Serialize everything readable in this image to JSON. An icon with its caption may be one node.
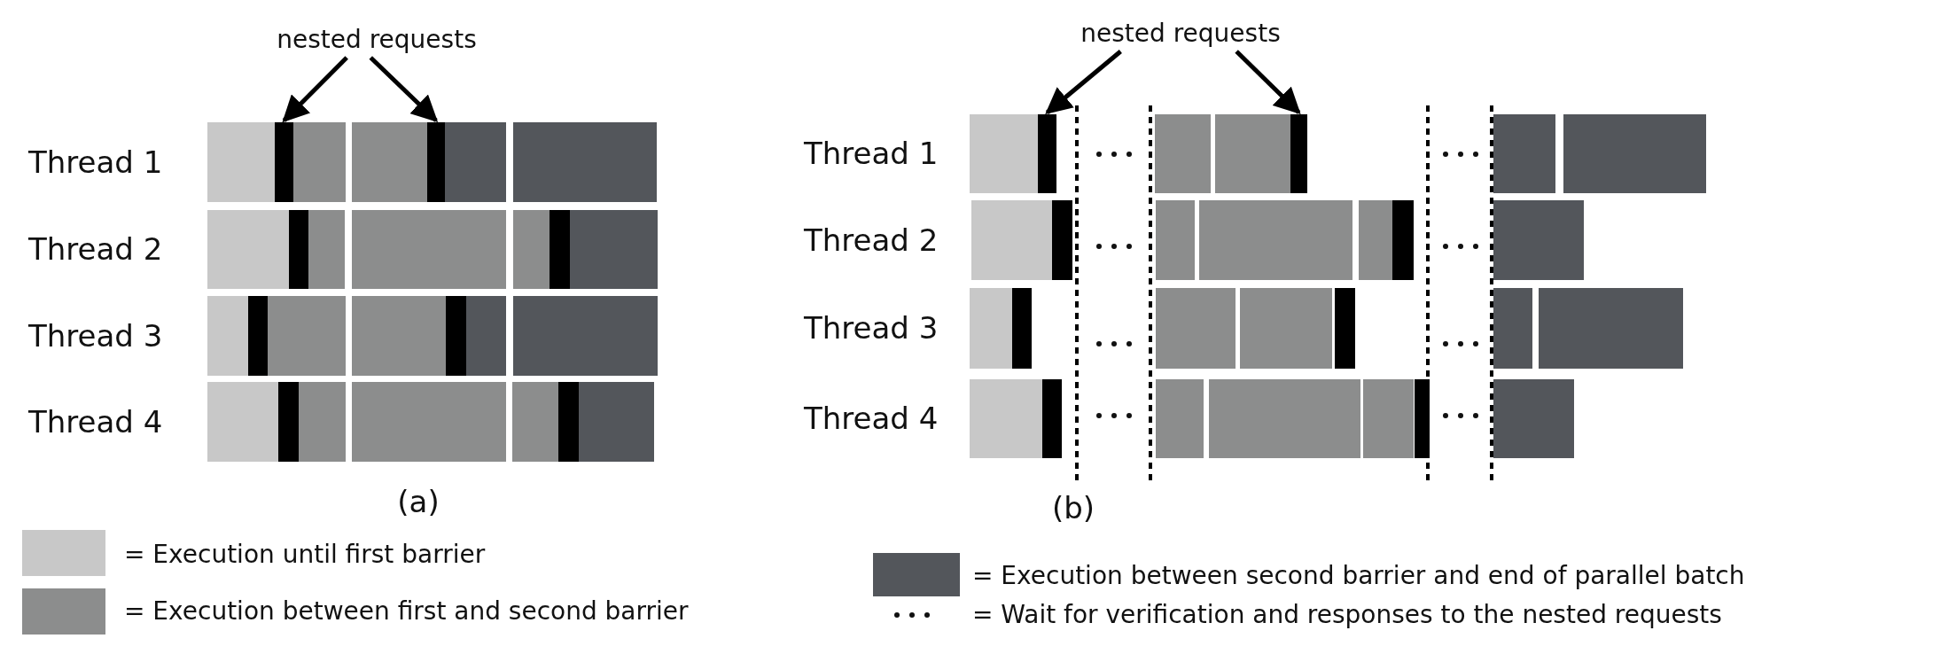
{
  "diagram": {
    "nodes": [
      {
        "text": [
          "nested requests"
        ]
      },
      {
        "text": [],
        "shape": "bar"
      },
      {
        "text": [],
        "shape": "bar"
      },
      {
        "text": [
          "nested requests"
        ]
      },
      {
        "text": [],
        "shape": "bar"
      },
      {
        "text": [],
        "shape": "bar"
      }
    ],
    "edges": [
      {
        "from": 0,
        "to": 1,
        "arrow": "to"
      },
      {
        "from": 0,
        "to": 2,
        "arrow": "to"
      },
      {
        "from": 3,
        "to": 4,
        "arrow": "to"
      },
      {
        "from": 3,
        "to": 5,
        "arrow": "to"
      }
    ],
    "labels": [
      "Thread 1",
      "Thread 2",
      "Thread 3",
      "Thread 4",
      "(a)",
      "Thread 1",
      "Thread 2",
      "Thread 3",
      "Thread 4",
      "(b)"
    ],
    "legend": [
      {
        "text": "= Execution until first barrier",
        "color": "#c8c8c8"
      },
      {
        "text": "= Execution between first and second barrier",
        "color": "#8c8d8d"
      },
      {
        "text": "= Execution between second barrier and end of parallel batch",
        "color": "#53565b"
      },
      {
        "text": "= Wait for verification and responses to the nested requests"
      }
    ]
  }
}
